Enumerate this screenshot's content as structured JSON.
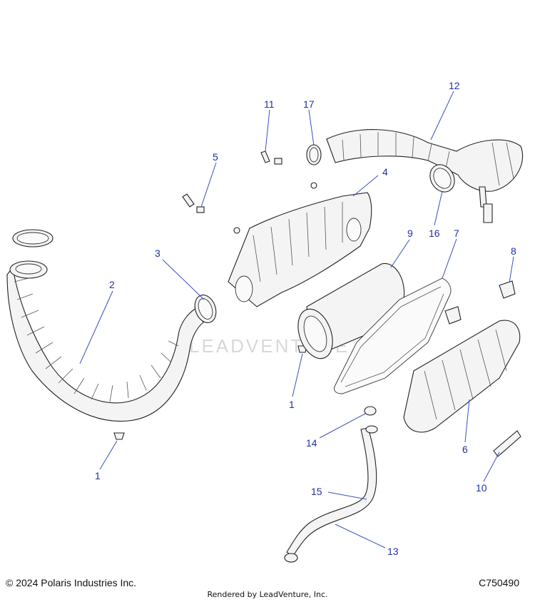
{
  "watermark": "LEADVENTURE",
  "footer": {
    "copyright": "© 2024 Polaris Industries Inc.",
    "diagram_code": "C750490",
    "rendered_by": "Rendered by LeadVenture, Inc."
  },
  "callouts": {
    "c1a": "1",
    "c1b": "1",
    "c2": "2",
    "c3": "3",
    "c4": "4",
    "c5": "5",
    "c6": "6",
    "c7": "7",
    "c8": "8",
    "c9": "9",
    "c10": "10",
    "c11": "11",
    "c12": "12",
    "c13": "13",
    "c14": "14",
    "c15": "15",
    "c16": "16",
    "c17": "17"
  }
}
